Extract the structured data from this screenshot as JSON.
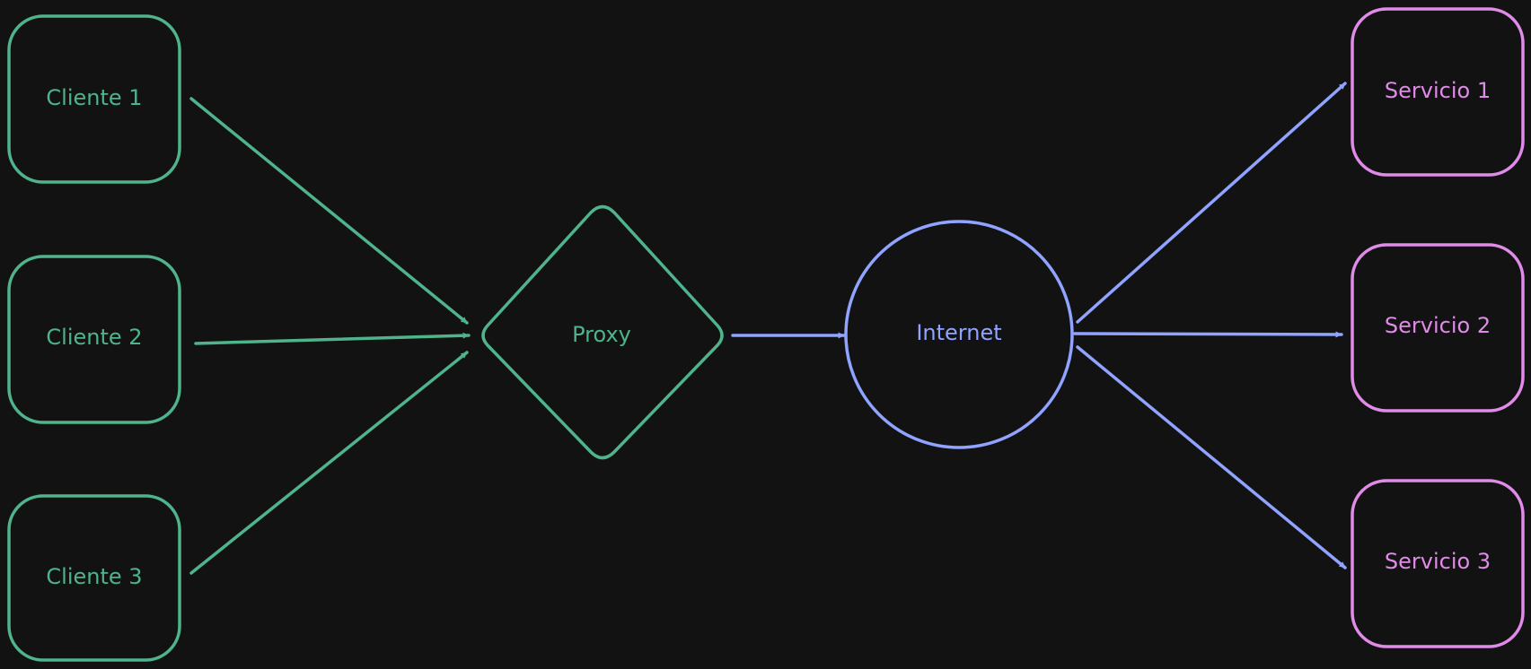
{
  "colors": {
    "background": "#121212",
    "client": "#4fb38c",
    "internet": "#8fa3ff",
    "service": "#e08be8"
  },
  "nodes": {
    "cliente_1": "Cliente 1",
    "cliente_2": "Cliente 2",
    "cliente_3": "Cliente 3",
    "proxy": "Proxy",
    "internet": "Internet",
    "servicio_1": "Servicio 1",
    "servicio_2": "Servicio 2",
    "servicio_3": "Servicio 3"
  },
  "edges": [
    {
      "from": "Cliente 1",
      "to": "Proxy"
    },
    {
      "from": "Cliente 2",
      "to": "Proxy"
    },
    {
      "from": "Cliente 3",
      "to": "Proxy"
    },
    {
      "from": "Proxy",
      "to": "Internet"
    },
    {
      "from": "Internet",
      "to": "Servicio 1"
    },
    {
      "from": "Internet",
      "to": "Servicio 2"
    },
    {
      "from": "Internet",
      "to": "Servicio 3"
    }
  ]
}
